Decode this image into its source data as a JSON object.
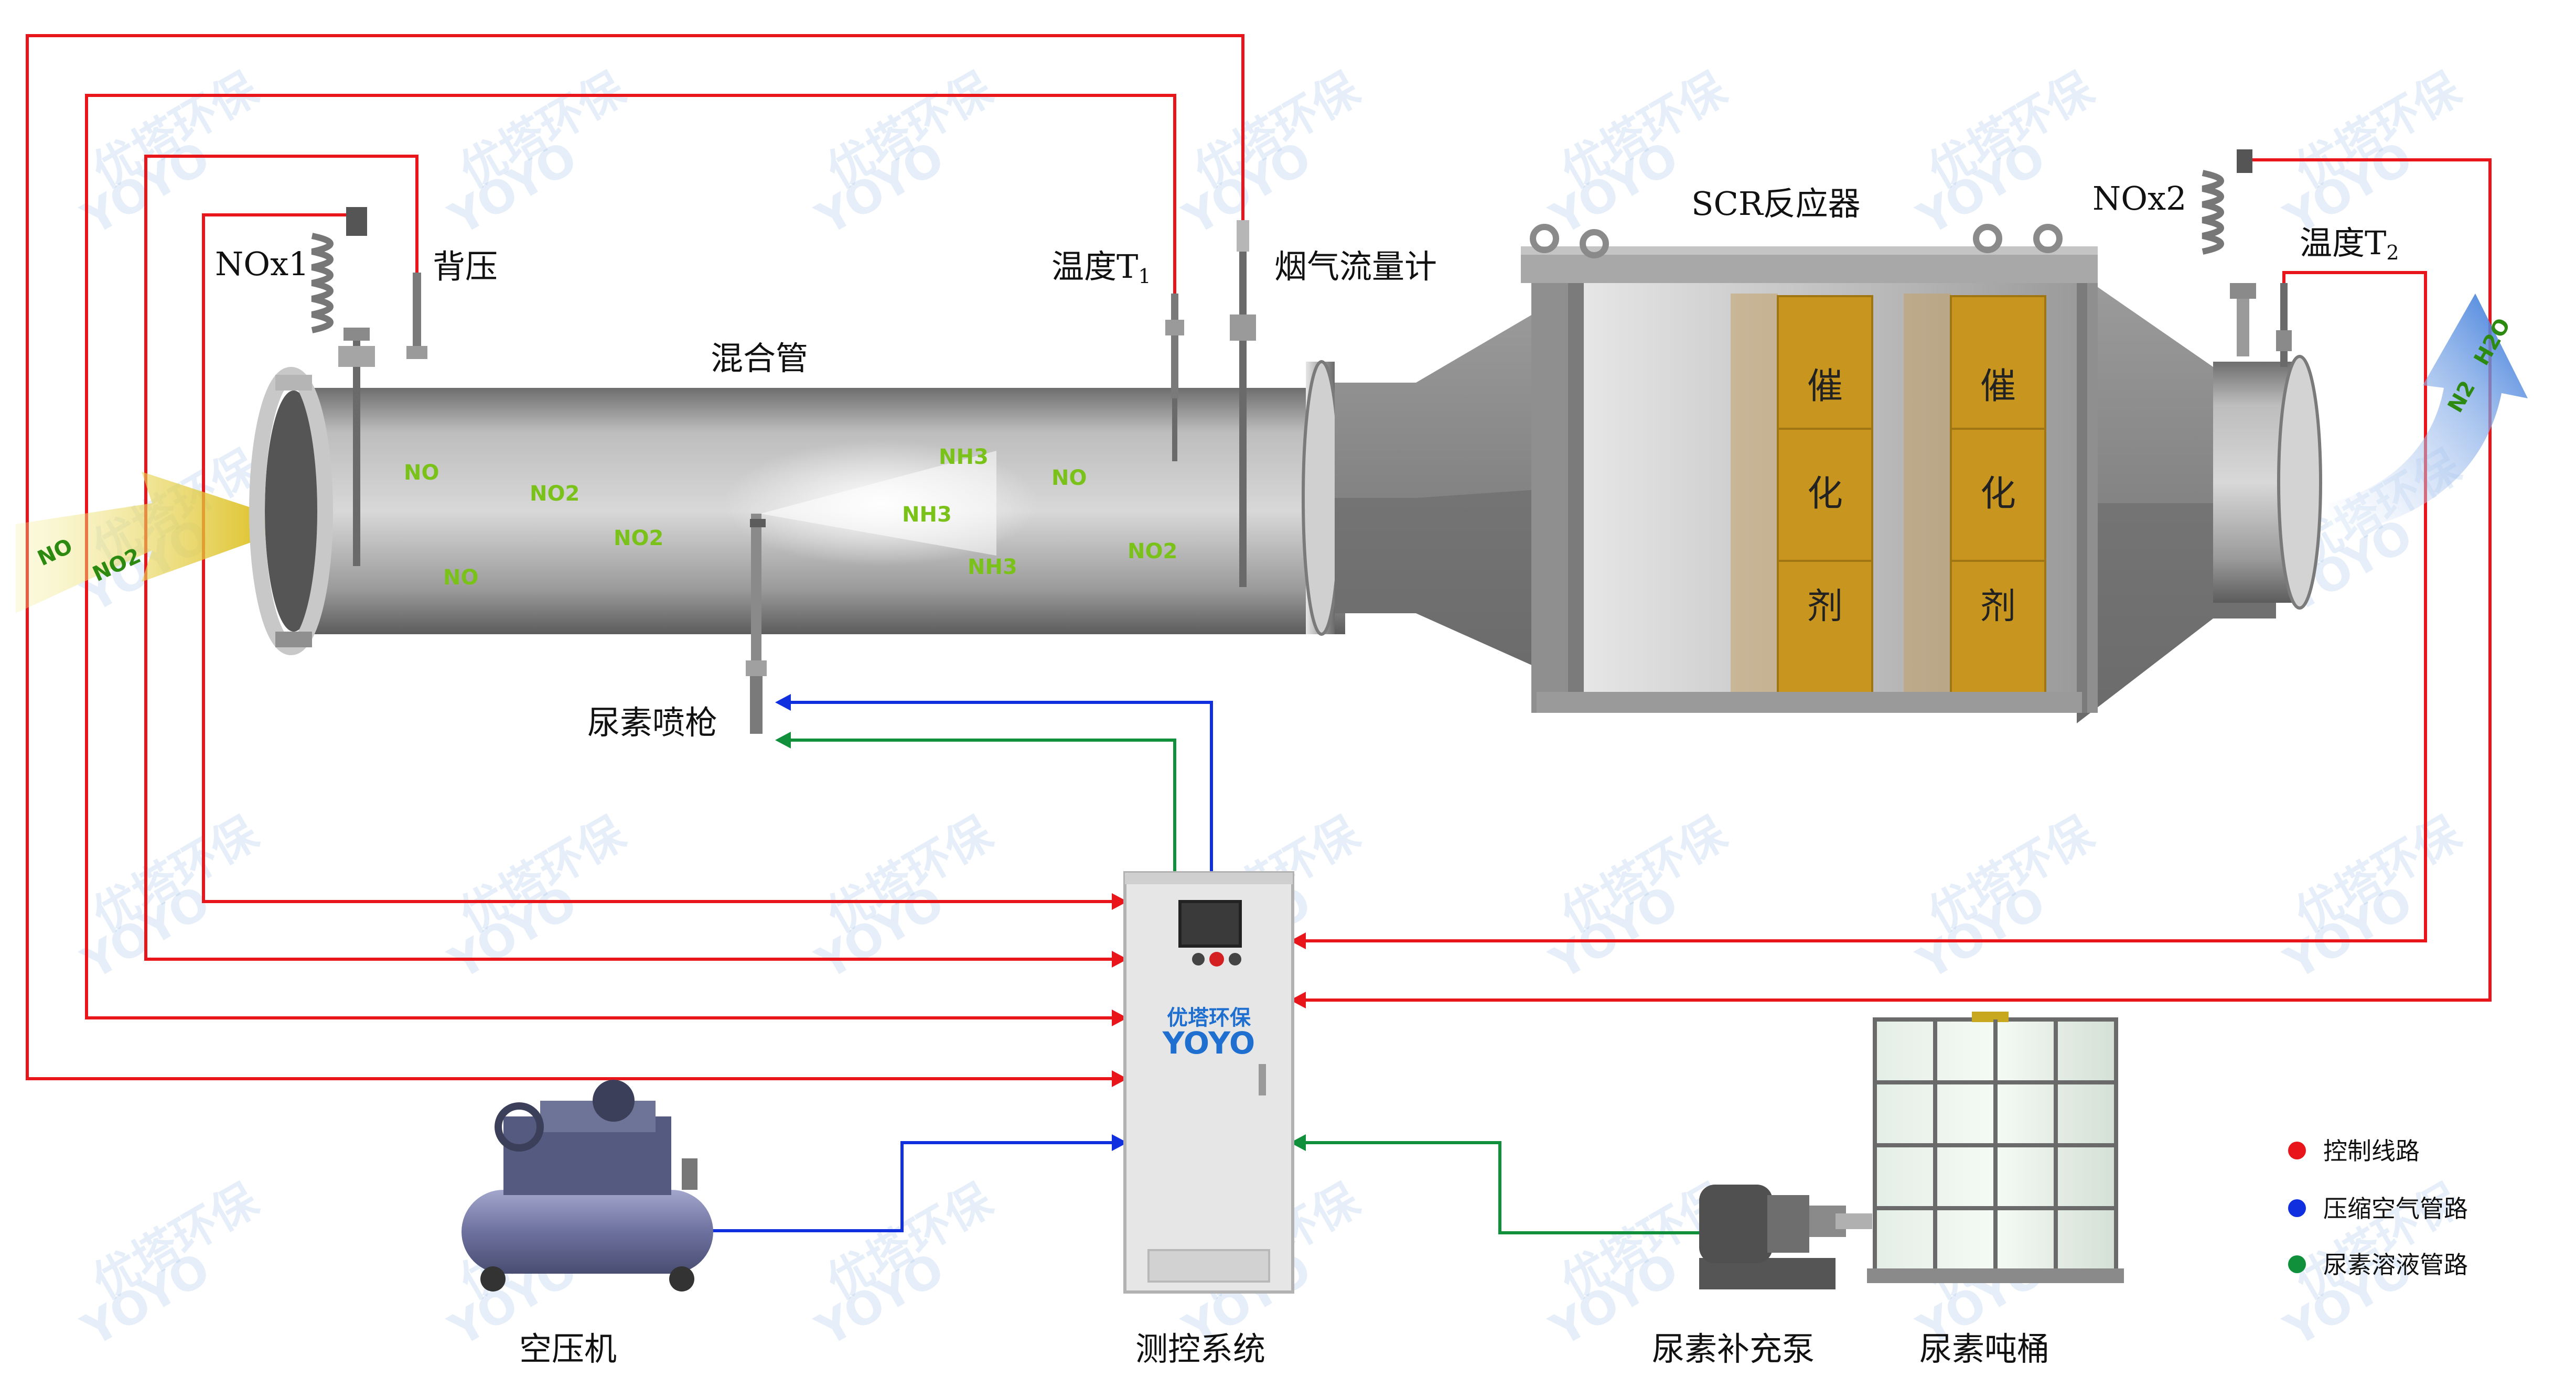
{
  "labels": {
    "nox1": "NOx1",
    "back_pressure": "背压",
    "temp_t1_main": "温度T",
    "temp_t1_sub": "1",
    "flowmeter": "烟气流量计",
    "mixing_pipe": "混合管",
    "scr_reactor": "SCR反应器",
    "nox2": "NOx2",
    "temp_t2_main": "温度T",
    "temp_t2_sub": "2",
    "urea_injector": "尿素喷枪",
    "air_compressor": "空压机",
    "control_system": "测控系统",
    "urea_pump": "尿素补充泵",
    "urea_tote": "尿素吨桶"
  },
  "catalyst": {
    "left": [
      "催",
      "化",
      "剂"
    ],
    "right": [
      "催",
      "化",
      "剂"
    ]
  },
  "gases": {
    "inlet": [
      "NO",
      "NO2"
    ],
    "outlet": [
      "N2",
      "H2O"
    ],
    "in_pipe_no": "NO",
    "in_pipe_no2": "NO2",
    "in_pipe_nh3": "NH3"
  },
  "cabinet_brand": {
    "cn": "优塔环保",
    "en": "YOYO"
  },
  "watermark": {
    "cn": "优塔环保",
    "en": "YOYO"
  },
  "legend": [
    {
      "label": "控制线路",
      "color": "#e8161a"
    },
    {
      "label": "压缩空气管路",
      "color": "#1030e0"
    },
    {
      "label": "尿素溶液管路",
      "color": "#10903a"
    }
  ],
  "colors": {
    "control_line": "#e8161a",
    "air_line": "#1030e0",
    "urea_line": "#10903a",
    "catalyst": "#c8961e",
    "steel": "#8a8a8a"
  }
}
